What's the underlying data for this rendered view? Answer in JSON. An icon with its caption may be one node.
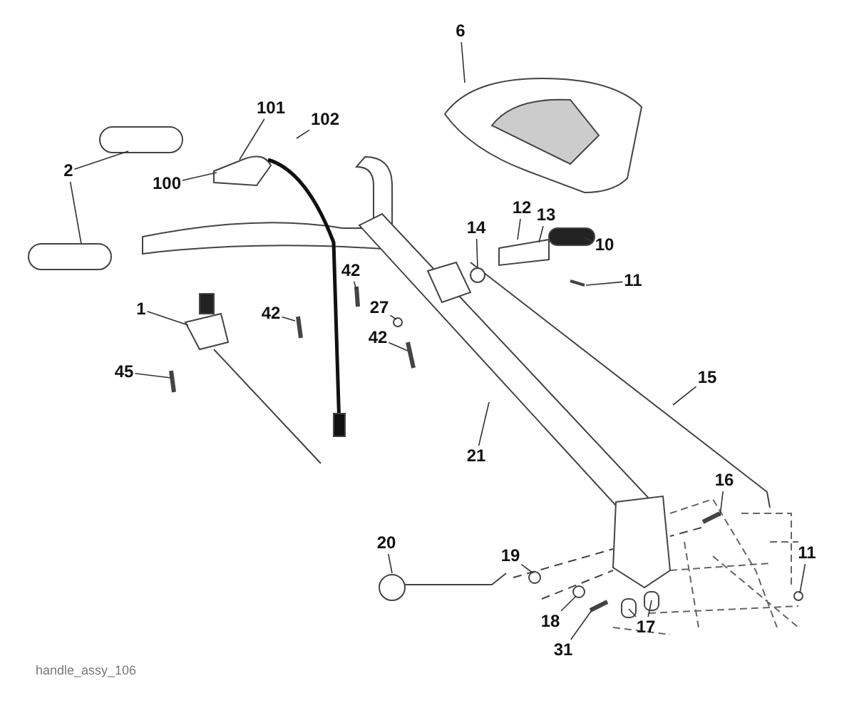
{
  "diagram": {
    "nodes": [
      {
        "text": [
          "6"
        ]
      },
      {
        "text": [
          "101"
        ]
      },
      {
        "text": [
          "102"
        ]
      },
      {
        "text": [
          "2"
        ]
      },
      {
        "text": [
          "100"
        ]
      },
      {
        "text": [
          "12"
        ]
      },
      {
        "text": [
          "13"
        ]
      },
      {
        "text": [
          "14"
        ]
      },
      {
        "text": [
          "10"
        ]
      },
      {
        "text": [
          "11"
        ]
      },
      {
        "text": [
          "42"
        ]
      },
      {
        "text": [
          "1"
        ]
      },
      {
        "text": [
          "42"
        ]
      },
      {
        "text": [
          "27"
        ]
      },
      {
        "text": [
          "42"
        ]
      },
      {
        "text": [
          "45"
        ]
      },
      {
        "text": [
          "15"
        ]
      },
      {
        "text": [
          "21"
        ]
      },
      {
        "text": [
          "16"
        ]
      },
      {
        "text": [
          "20"
        ]
      },
      {
        "text": [
          "19"
        ]
      },
      {
        "text": [
          "11"
        ]
      },
      {
        "text": [
          "18"
        ]
      },
      {
        "text": [
          "17"
        ]
      },
      {
        "text": [
          "31"
        ]
      }
    ],
    "edges": [
      {
        "from": 0,
        "to": null,
        "arrow": "none"
      },
      {
        "from": 1,
        "to": null,
        "arrow": "none"
      },
      {
        "from": 2,
        "to": null,
        "arrow": "none"
      },
      {
        "from": 3,
        "to": null,
        "arrow": "none"
      },
      {
        "from": 3,
        "to": null,
        "arrow": "none"
      },
      {
        "from": 4,
        "to": null,
        "arrow": "none"
      },
      {
        "from": 5,
        "to": null,
        "arrow": "none"
      },
      {
        "from": 6,
        "to": null,
        "arrow": "none"
      },
      {
        "from": 7,
        "to": null,
        "arrow": "none"
      },
      {
        "from": 8,
        "to": null,
        "arrow": "none"
      },
      {
        "from": 9,
        "to": null,
        "arrow": "none"
      },
      {
        "from": 10,
        "to": null,
        "arrow": "none"
      },
      {
        "from": 11,
        "to": null,
        "arrow": "none"
      },
      {
        "from": 12,
        "to": null,
        "arrow": "none"
      },
      {
        "from": 13,
        "to": null,
        "arrow": "none"
      },
      {
        "from": 14,
        "to": null,
        "arrow": "none"
      },
      {
        "from": 15,
        "to": null,
        "arrow": "none"
      },
      {
        "from": 16,
        "to": null,
        "arrow": "none"
      },
      {
        "from": 17,
        "to": null,
        "arrow": "none"
      },
      {
        "from": 18,
        "to": null,
        "arrow": "none"
      },
      {
        "from": 19,
        "to": null,
        "arrow": "none"
      },
      {
        "from": 20,
        "to": null,
        "arrow": "none"
      },
      {
        "from": 21,
        "to": null,
        "arrow": "none"
      },
      {
        "from": 22,
        "to": null,
        "arrow": "none"
      },
      {
        "from": 23,
        "to": null,
        "arrow": "none"
      },
      {
        "from": 23,
        "to": null,
        "arrow": "none"
      },
      {
        "from": 24,
        "to": null,
        "arrow": "none"
      }
    ],
    "labels": [
      "handle_assy_106"
    ]
  }
}
